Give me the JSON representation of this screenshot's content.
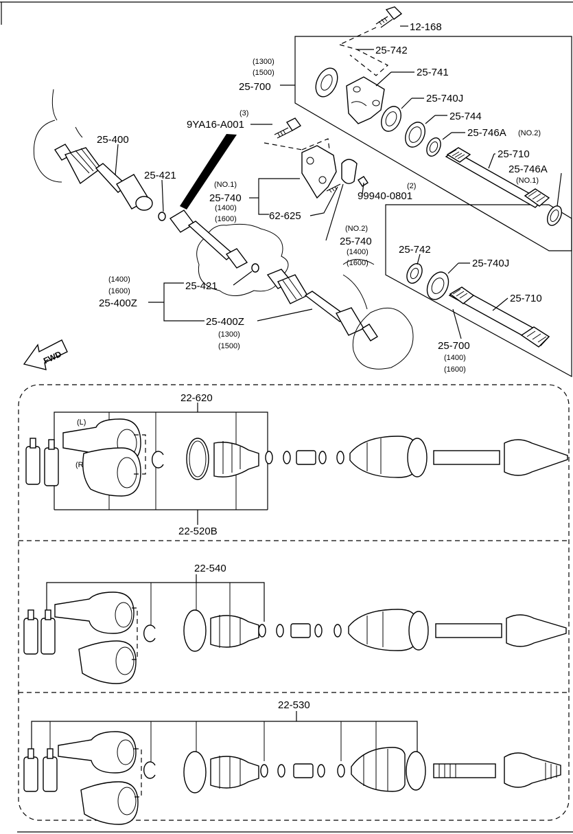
{
  "labels": {
    "l12_168": "12-168",
    "l25_742_top": "25-742",
    "l25_741": "25-741",
    "l25_740j_top": "25-740J",
    "l25_744": "25-744",
    "l25_746a_1": "25-746A",
    "no2_a": "(NO.2)",
    "l25_710_top": "25-710",
    "l25_746a_2": "25-746A",
    "no1_a": "(NO.1)",
    "q1300_a": "(1300)",
    "q1500_a": "(1500)",
    "l25_700_top": "25-700",
    "qty3": "(3)",
    "l9ya16": "9YA16-A001",
    "l25_400": "25-400",
    "l25_421_a": "25-421",
    "no1_b": "(NO.1)",
    "l25_740_a": "25-740",
    "q1400_a": "(1400)",
    "q1600_a": "(1600)",
    "l62_625": "62-625",
    "qty2": "(2)",
    "l99940": "99940-0801",
    "no2_b": "(NO.2)",
    "l25_740_b": "25-740",
    "q1400_b": "(1400)",
    "q1600_b": "(1600)",
    "l25_742_b": "25-742",
    "l25_740j_b": "25-740J",
    "l25_710_b": "25-710",
    "l25_700_b": "25-700",
    "q1400_c": "(1400)",
    "q1600_c": "(1600)",
    "q1400_d": "(1400)",
    "q1600_d": "(1600)",
    "l25_400z_a": "25-400Z",
    "l25_421_b": "25-421",
    "l25_400z_b": "25-400Z",
    "q1300_b": "(1300)",
    "q1500_b": "(1500)",
    "fwd": "FWD",
    "l22_620": "22-620",
    "side_l": "(L)",
    "side_r": "(R)",
    "l22_520b": "22-520B",
    "l22_540": "22-540",
    "l22_530": "22-530"
  }
}
